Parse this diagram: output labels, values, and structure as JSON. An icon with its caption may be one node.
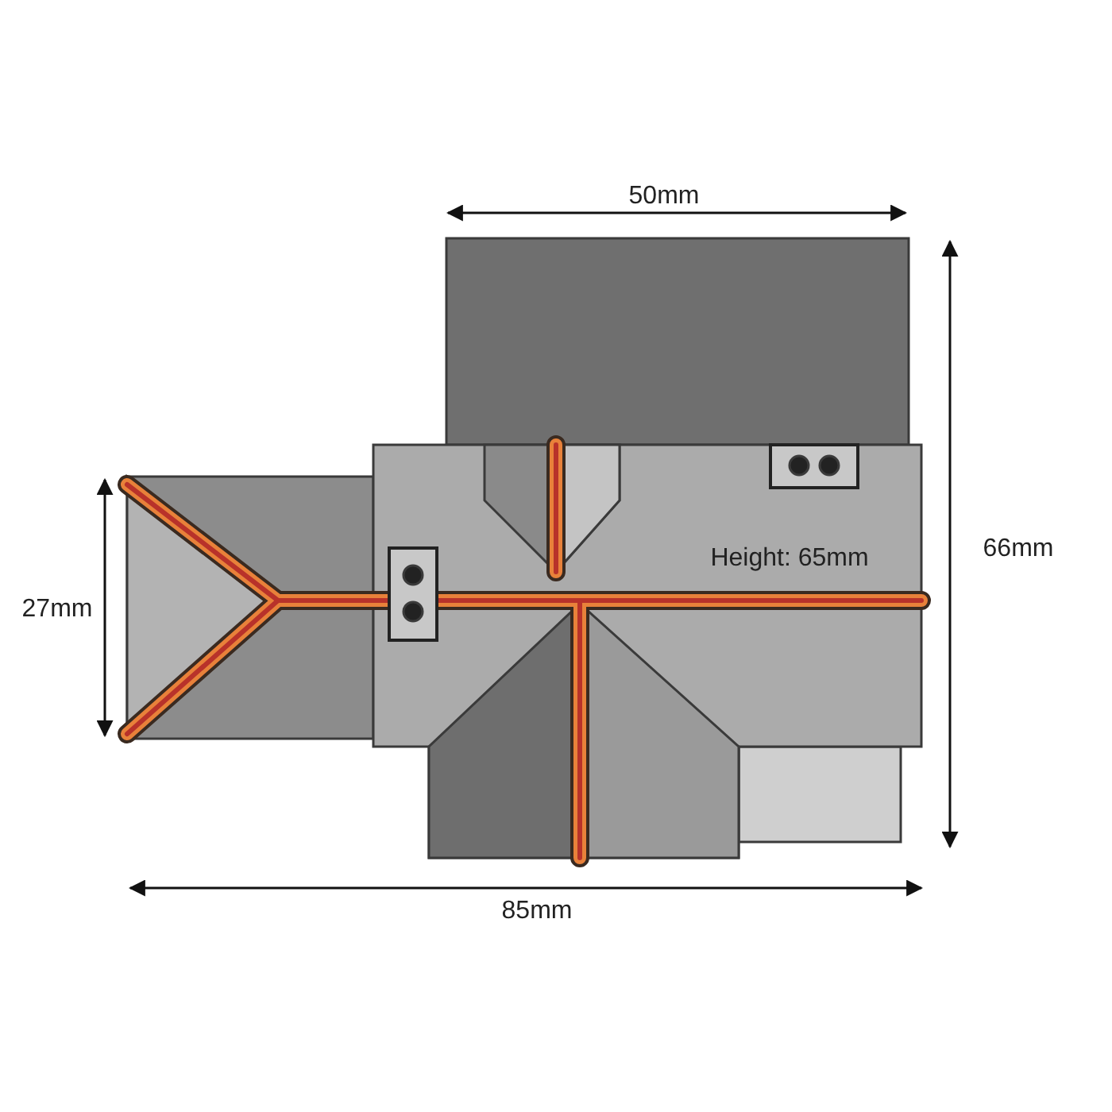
{
  "diagram": {
    "labels": [
      "50mm",
      "Height: 65mm",
      "66mm",
      "27mm",
      "85mm"
    ]
  }
}
